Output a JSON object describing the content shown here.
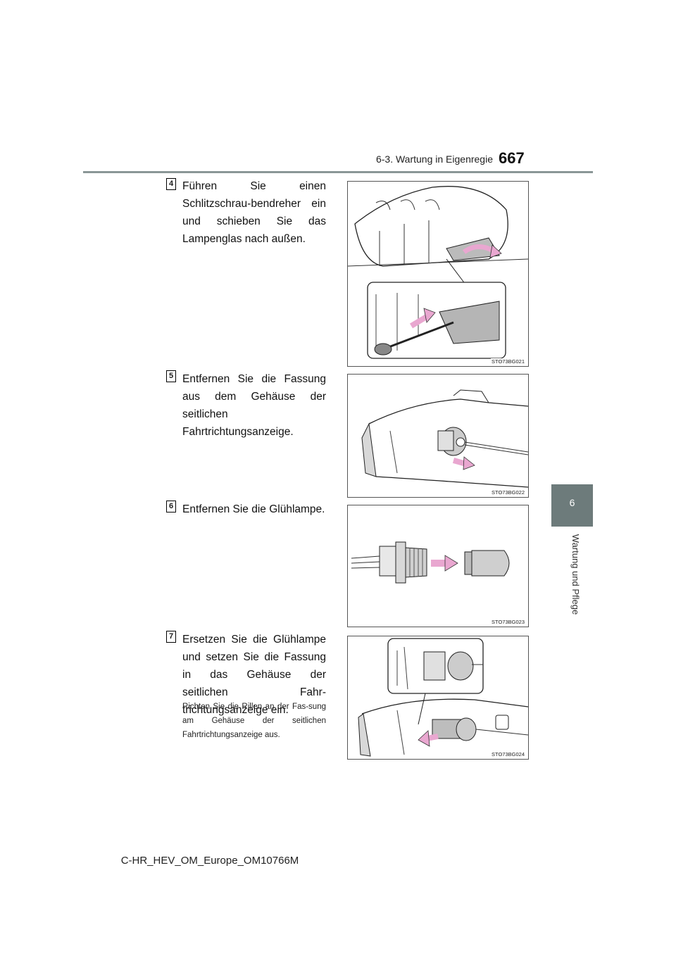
{
  "header": {
    "section": "6-3. Wartung in Eigenregie",
    "page_number": "667"
  },
  "chapter": {
    "number": "6",
    "title": "Wartung und Pflege"
  },
  "steps": [
    {
      "badge": "4",
      "text": "Führen Sie einen Schlitzschrau-bendreher ein und schieben Sie das Lampenglas nach außen.",
      "figure_code": "STO73BG021"
    },
    {
      "badge": "5",
      "text": "Entfernen Sie die Fassung aus dem Gehäuse der seitlichen Fahrtrichtungsanzeige.",
      "figure_code": "STO73BG022"
    },
    {
      "badge": "6",
      "text": "Entfernen Sie die Glühlampe.",
      "figure_code": "STO73BG023"
    },
    {
      "badge": "7",
      "text": "Ersetzen Sie die Glühlampe und setzen Sie die Fassung in das Gehäuse der seitlichen Fahr-trichtungsanzeige ein.",
      "note": "Richten Sie die Rillen an der Fas-sung am Gehäuse der seitlichen Fahrtrichtungsanzeige aus.",
      "figure_code": "STO73BG024"
    }
  ],
  "footer": {
    "document_id": "C-HR_HEV_OM_Europe_OM10766M"
  },
  "colors": {
    "rule": "#8a9696",
    "chapter_tab": "#6d7b7b",
    "arrow": "#e9a7d0"
  }
}
